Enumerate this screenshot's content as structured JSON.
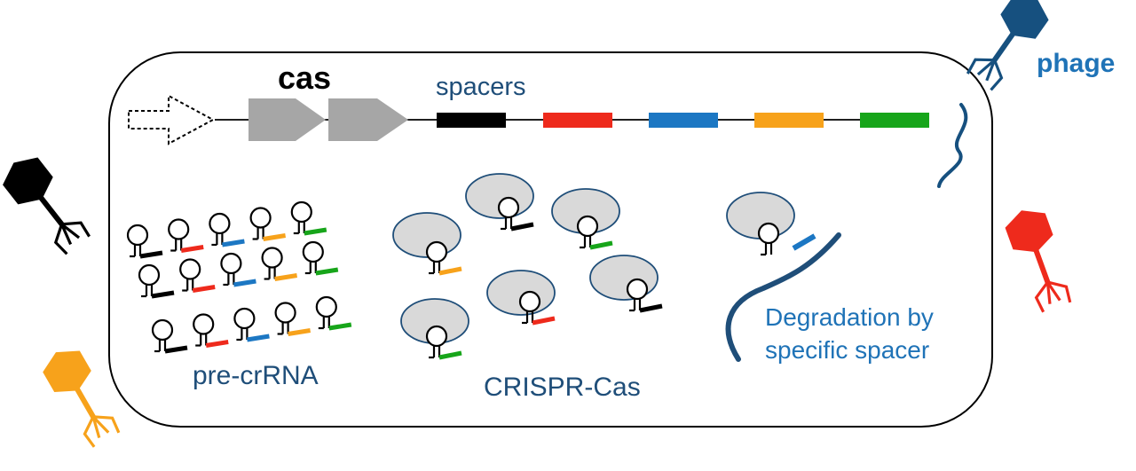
{
  "labels": {
    "cas": "cas",
    "spacers": "spacers",
    "phage": "phage",
    "pre_crrna": "pre-crRNA",
    "crispr_cas": "CRISPR-Cas",
    "degradation_line1": "Degradation by",
    "degradation_line2": "specific spacer"
  },
  "spacer_colors": [
    "#000000",
    "#ee2a1c",
    "#1c77c3",
    "#f7a21b",
    "#17a51a"
  ],
  "phage_colors": {
    "black": "#000000",
    "blue": "#16507f",
    "red": "#ee2a1c",
    "orange": "#f7a21b"
  },
  "cas_gene_color": "#a6a6a6",
  "complex_color": "#d9d9d9",
  "complex_outline": "#1f4e79",
  "dna_strand_color": "#1f4e79"
}
